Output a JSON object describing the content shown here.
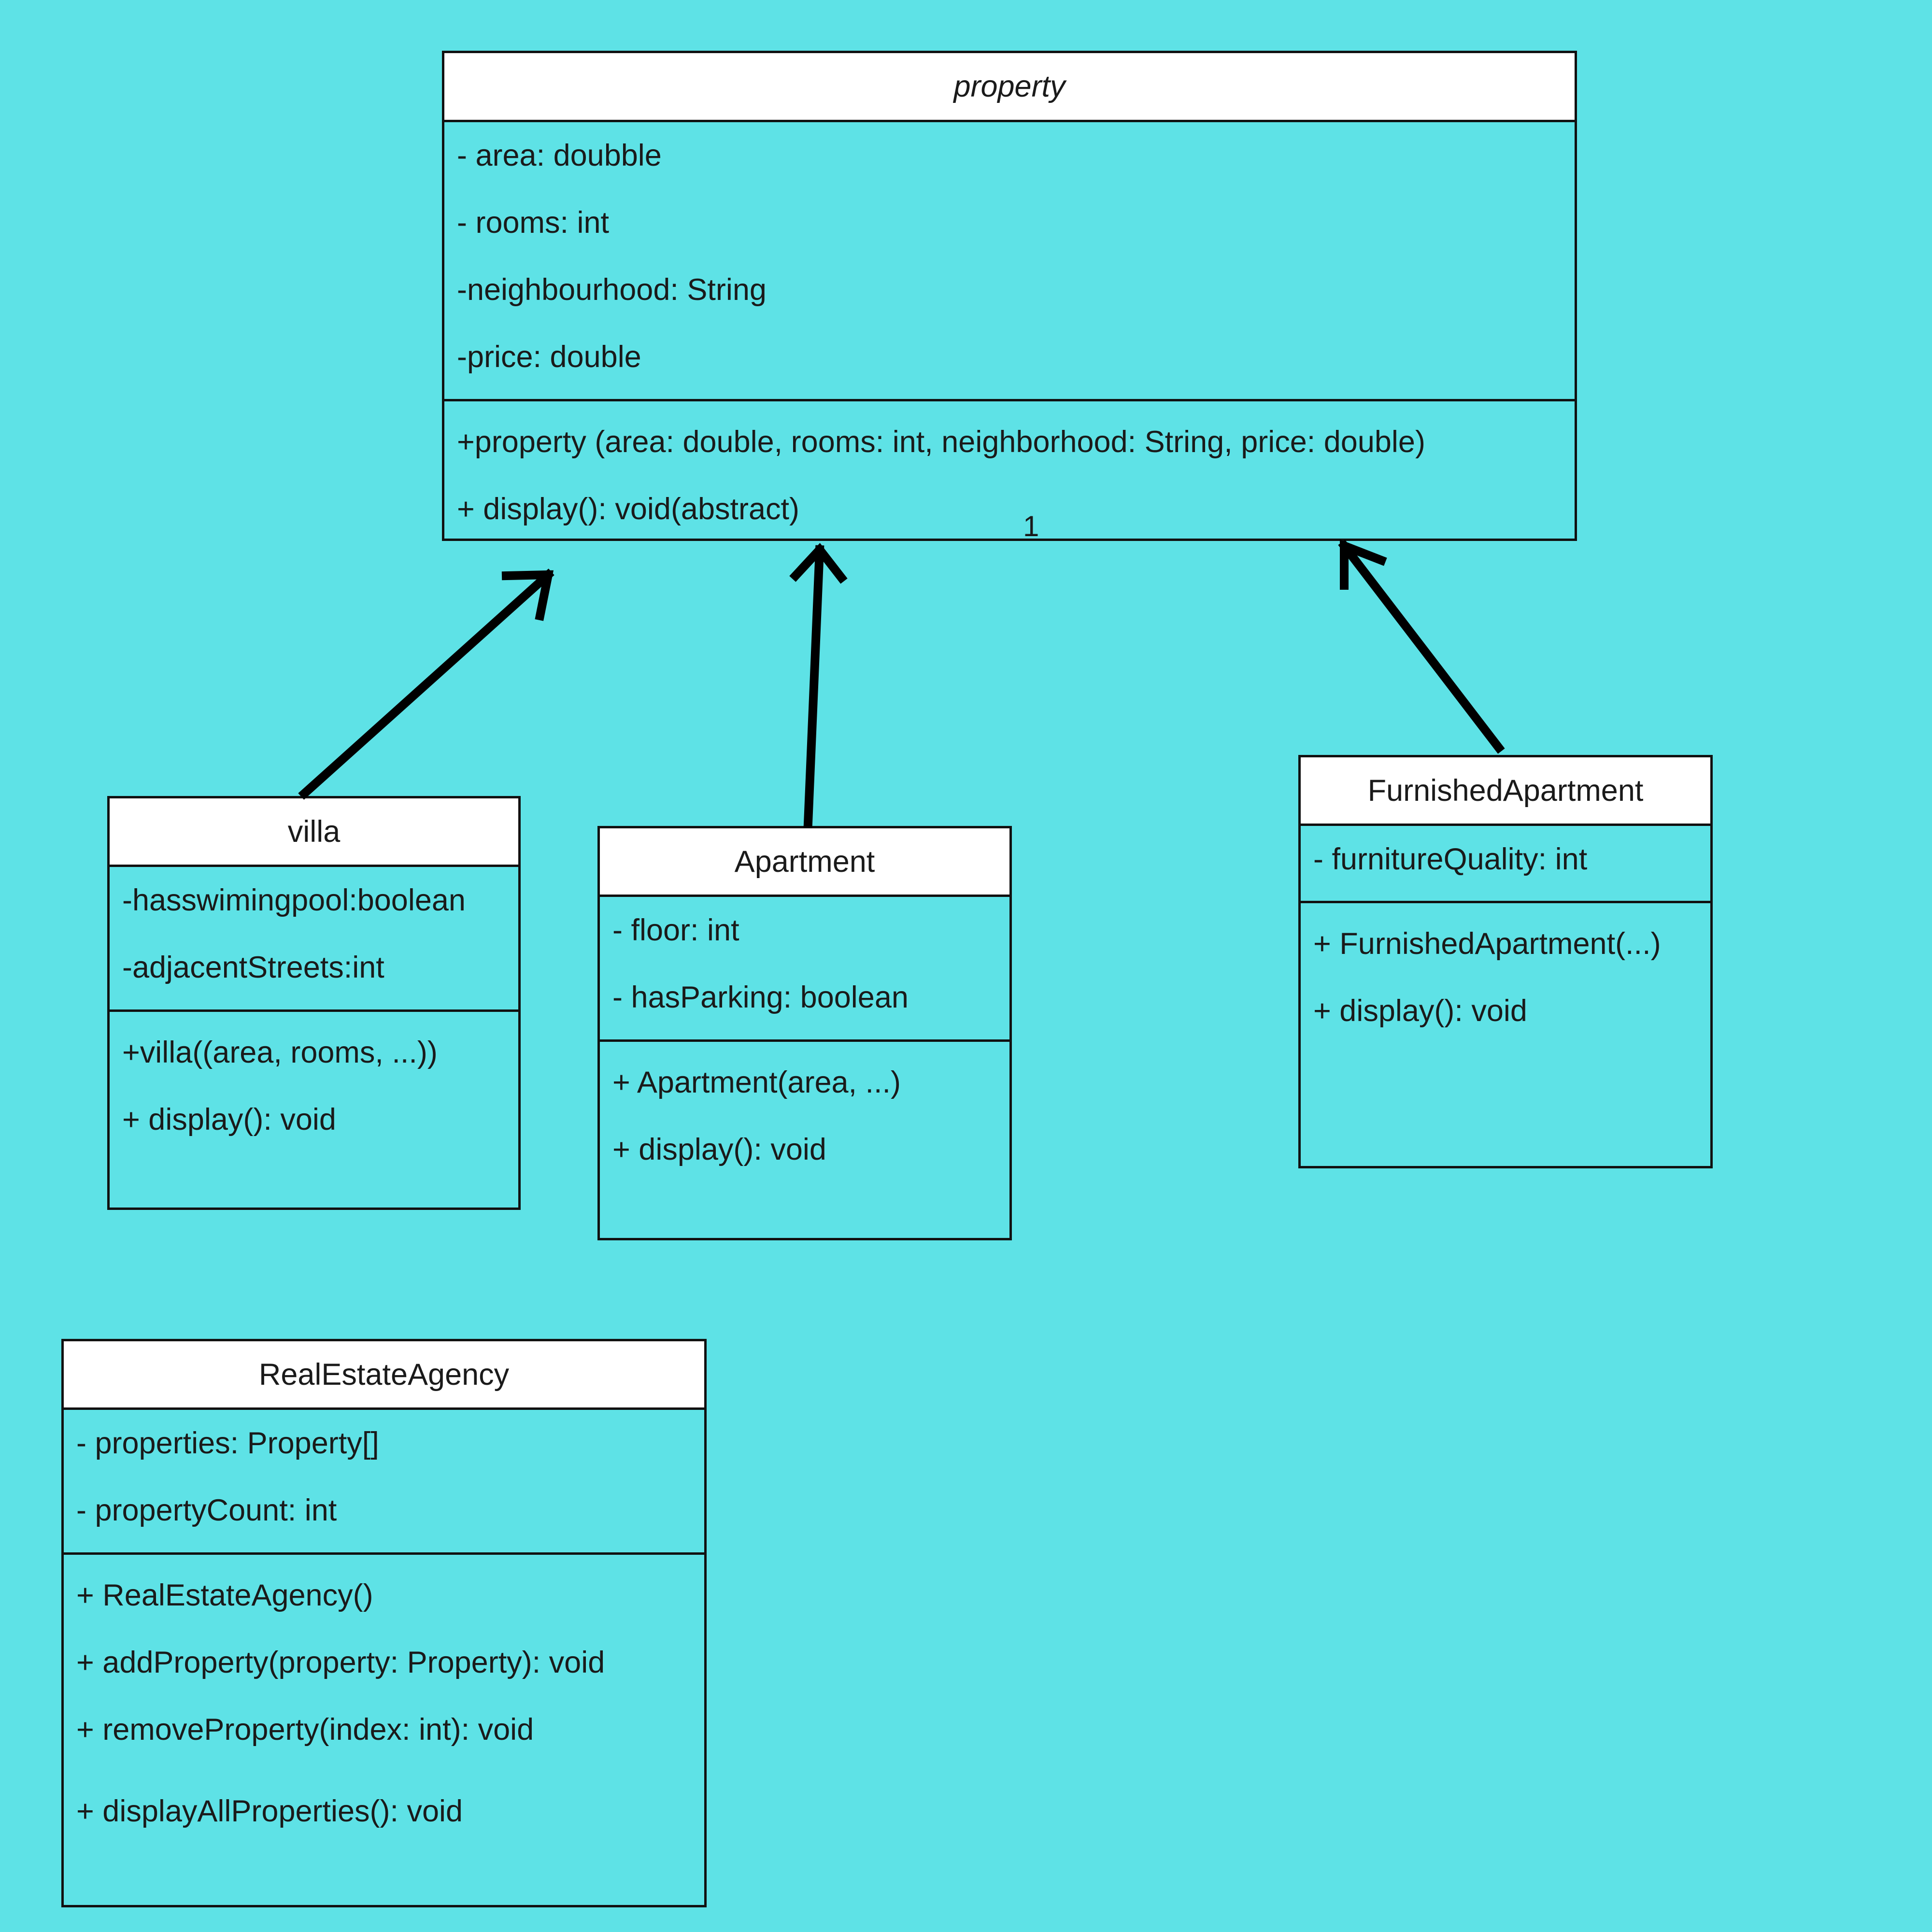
{
  "classes": {
    "property": {
      "name": "property",
      "attributes": [
        "- area: doubble",
        "- rooms: int",
        "-neighbourhood: String",
        "-price: double"
      ],
      "methods": [
        "+property (area: double, rooms: int, neighborhood: String, price: double)",
        "+ display(): void(abstract)"
      ]
    },
    "villa": {
      "name": "villa",
      "attributes": [
        "-hasswimingpool:boolean",
        "-adjacentStreets:int"
      ],
      "methods": [
        "+villa((area, rooms, ...))",
        "+ display(): void"
      ]
    },
    "apartment": {
      "name": "Apartment",
      "attributes": [
        "- floor: int",
        "- hasParking: boolean"
      ],
      "methods": [
        "+ Apartment(area, ...)",
        "+ display(): void"
      ]
    },
    "furnished": {
      "name": "FurnishedApartment",
      "attributes": [
        "- furnitureQuality: int"
      ],
      "methods": [
        "+ FurnishedApartment(...)",
        "+ display(): void"
      ]
    },
    "agency": {
      "name": "RealEstateAgency",
      "attributes": [
        "- properties: Property[]",
        "- propertyCount: int"
      ],
      "methods": [
        " + RealEstateAgency()",
        "+ addProperty(property: Property): void",
        "+ removeProperty(index: int): void",
        "+ displayAllProperties(): void"
      ]
    }
  },
  "multiplicity": "1"
}
